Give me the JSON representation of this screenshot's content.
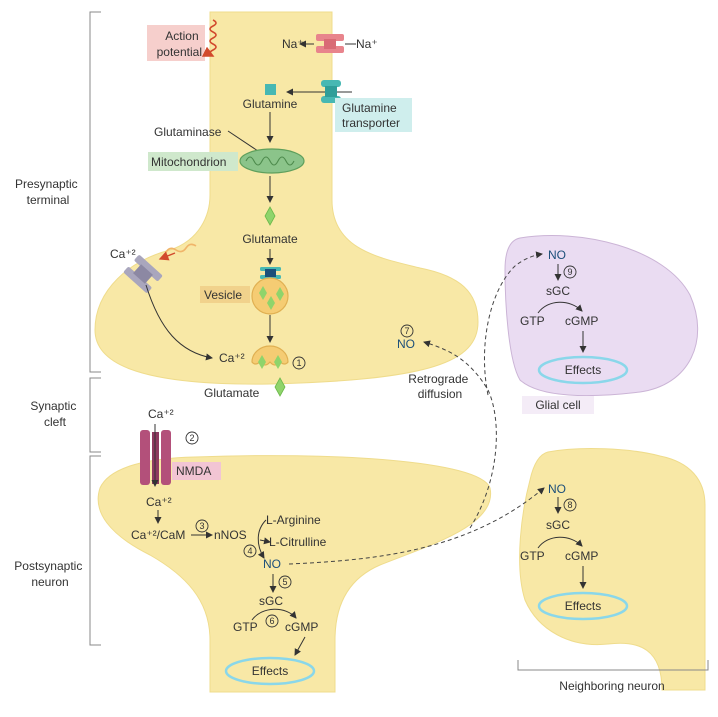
{
  "colors": {
    "cell_fill": "#f8e8a6",
    "glial_fill": "#eadcf2",
    "mito_fill": "#8bc48a",
    "transporter": "#47b8b3",
    "na_channel": "#e8848c",
    "nmda": "#b3507a",
    "glutamate_diamond": "#8fd46b",
    "vesicle": "#f5cc73",
    "effects_ring": "#8ad7ea"
  },
  "regions": {
    "presynaptic": "Presynaptic terminal",
    "cleft": "Synaptic cleft",
    "postsynaptic": "Postsynaptic neuron",
    "glial_cell": "Glial cell",
    "neighboring": "Neighboring neuron"
  },
  "presynaptic": {
    "action_potential": "Action potential",
    "na_in": "Na⁺",
    "na_out": "Na⁺",
    "glutamine": "Glutamine",
    "glutamine_transporter": "Glutamine transporter",
    "glutaminase": "Glutaminase",
    "mitochondrion": "Mitochondrion",
    "glutamate": "Glutamate",
    "ca_channel_label": "Ca⁺²",
    "vesicle": "Vesicle",
    "ca_inside": "Ca⁺²",
    "release_glutamate": "Glutamate",
    "no": "NO"
  },
  "postsynaptic": {
    "ca_top": "Ca⁺²",
    "nmda": "NMDA",
    "ca_bottom": "Ca⁺²",
    "ca_cam": "Ca⁺²/CaM",
    "nnos": "nNOS",
    "l_arginine": "L-Arginine",
    "l_citrulline": "L-Citrulline",
    "no": "NO",
    "sgc": "sGC",
    "gtp": "GTP",
    "cgmp": "cGMP",
    "effects": "Effects"
  },
  "glial": {
    "no": "NO",
    "sgc": "sGC",
    "gtp": "GTP",
    "cgmp": "cGMP",
    "effects": "Effects"
  },
  "neighbor": {
    "no": "NO",
    "sgc": "sGC",
    "gtp": "GTP",
    "cgmp": "cGMP",
    "effects": "Effects"
  },
  "retrograde": "Retrograde diffusion",
  "steps": {
    "s1": "1",
    "s2": "2",
    "s3": "3",
    "s4": "4",
    "s5": "5",
    "s6": "6",
    "s7": "7",
    "s8": "8",
    "s9": "9"
  }
}
